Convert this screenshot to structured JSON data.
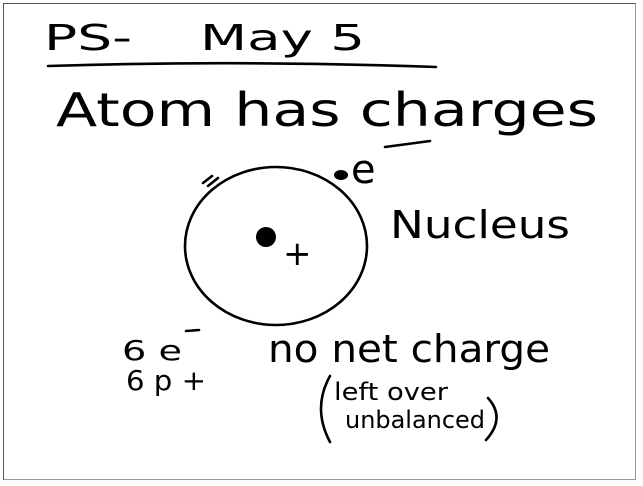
{
  "note": {
    "title_prefix": "PS-",
    "title_date": "May 5",
    "heading": "Atom has charges",
    "label_electron": "e",
    "label_nucleus": "Nucleus",
    "nucleus_sign": "+",
    "electron_count": "6 e",
    "proton_count": "6 p +",
    "net_charge_note": "no net charge",
    "aside_line1": "left over",
    "aside_line2": "unbalanced"
  }
}
